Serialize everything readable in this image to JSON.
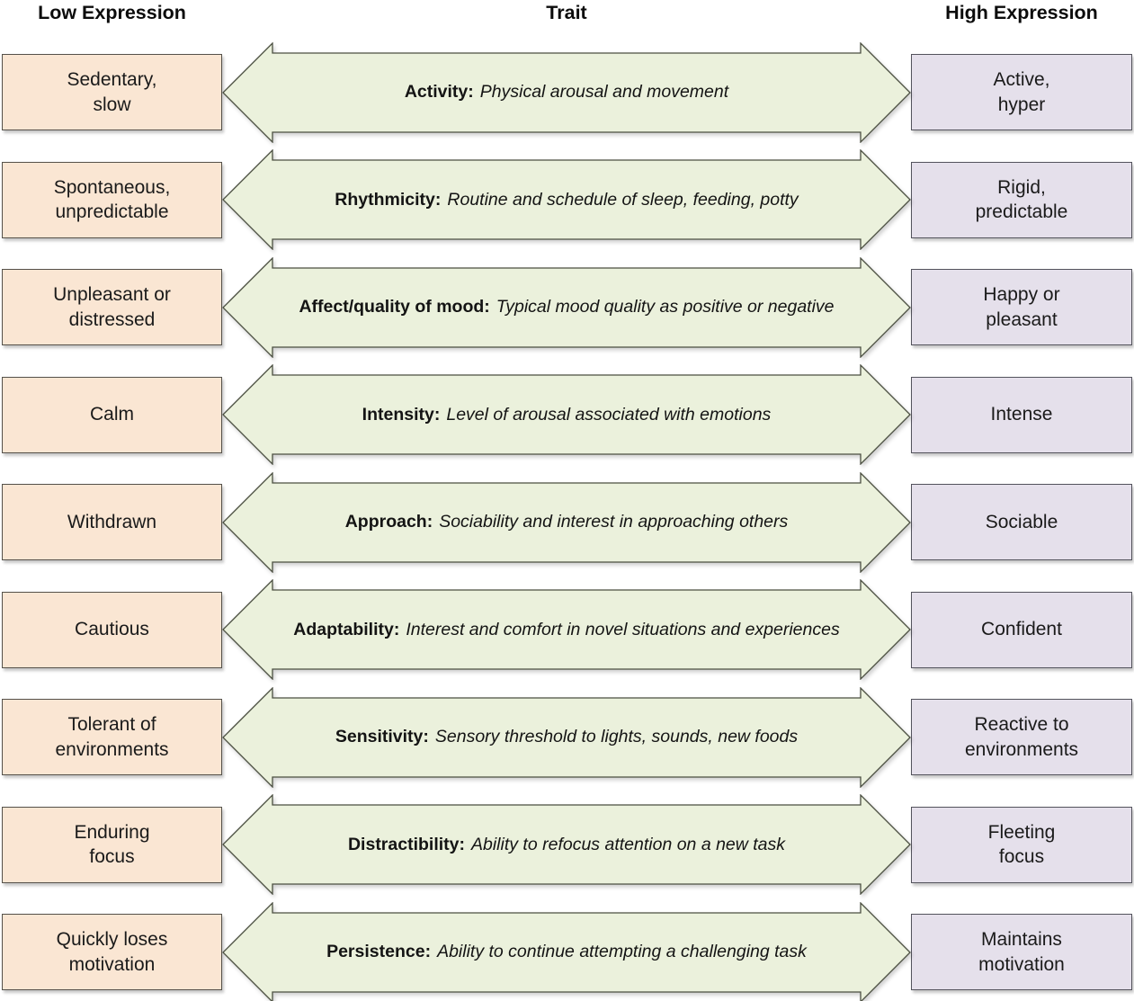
{
  "header": {
    "low": "Low Expression",
    "trait": "Trait",
    "high": "High Expression"
  },
  "colors": {
    "low_box": "#fae6d3",
    "high_box": "#e5e0eb",
    "arrow": "#ebf1dc",
    "border": "#4b4f41"
  },
  "rows": [
    {
      "low": "Sedentary,\nslow",
      "trait": "Activity:",
      "desc": "Physical arousal and movement",
      "high": "Active,\nhyper"
    },
    {
      "low": "Spontaneous,\nunpredictable",
      "trait": "Rhythmicity:",
      "desc": "Routine and schedule of sleep, feeding, potty",
      "high": "Rigid,\npredictable"
    },
    {
      "low": "Unpleasant or\ndistressed",
      "trait": "Affect/quality of mood:",
      "desc": "Typical mood quality as positive or negative",
      "high": "Happy or\npleasant"
    },
    {
      "low": "Calm",
      "trait": "Intensity:",
      "desc": "Level of arousal associated with emotions",
      "high": "Intense"
    },
    {
      "low": "Withdrawn",
      "trait": "Approach:",
      "desc": "Sociability and interest in approaching others",
      "high": "Sociable"
    },
    {
      "low": "Cautious",
      "trait": "Adaptability:",
      "desc": "Interest and comfort in novel situations and experiences",
      "high": "Confident"
    },
    {
      "low": "Tolerant of\nenvironments",
      "trait": "Sensitivity:",
      "desc": "Sensory threshold to lights, sounds, new foods",
      "high": "Reactive to\nenvironments"
    },
    {
      "low": "Enduring\nfocus",
      "trait": "Distractibility:",
      "desc": "Ability to refocus attention on a new task",
      "high": "Fleeting\nfocus"
    },
    {
      "low": "Quickly loses\nmotivation",
      "trait": "Persistence:",
      "desc": "Ability to continue attempting a challenging task",
      "high": "Maintains\nmotivation"
    }
  ]
}
